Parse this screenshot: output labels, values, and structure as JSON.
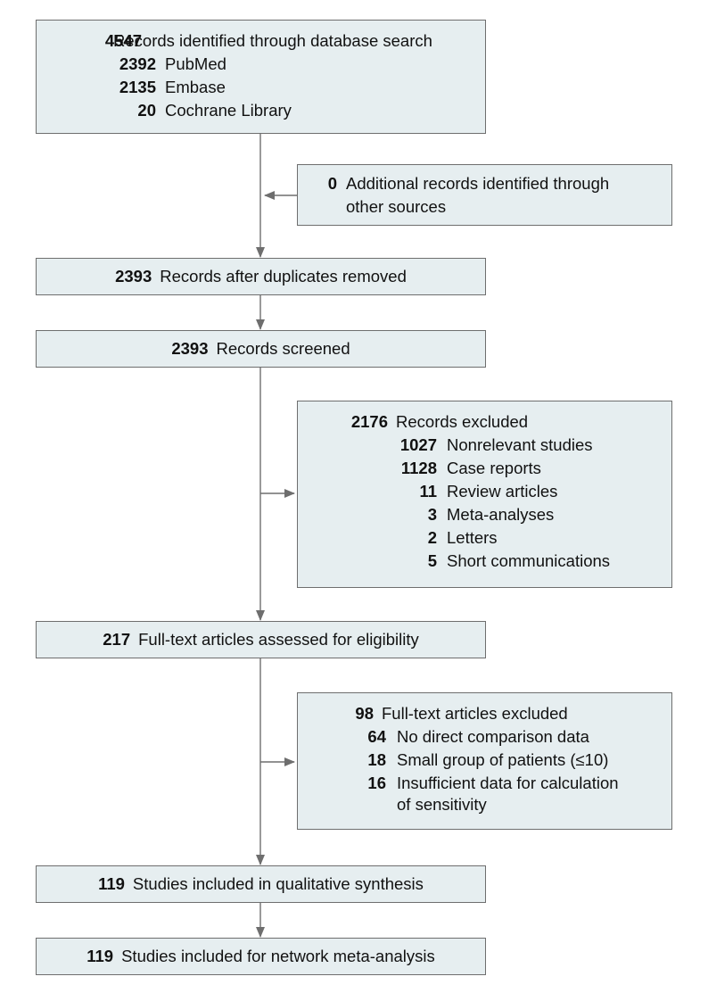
{
  "identification": {
    "total": {
      "count": "4547",
      "label": "Records identified through database search"
    },
    "sources": [
      {
        "count": "2392",
        "label": "PubMed"
      },
      {
        "count": "2135",
        "label": "Embase"
      },
      {
        "count": "20",
        "label": "Cochrane Library"
      }
    ]
  },
  "additional": {
    "count": "0",
    "lines": [
      "Additional records identified through",
      "other sources"
    ]
  },
  "after_duplicates": {
    "count": "2393",
    "label": "Records after duplicates removed"
  },
  "screened": {
    "count": "2393",
    "label": "Records screened"
  },
  "records_excluded": {
    "total": {
      "count": "2176",
      "label": "Records excluded"
    },
    "reasons": [
      {
        "count": "1027",
        "label": "Nonrelevant studies"
      },
      {
        "count": "1128",
        "label": "Case reports"
      },
      {
        "count": "11",
        "label": "Review articles"
      },
      {
        "count": "3",
        "label": "Meta-analyses"
      },
      {
        "count": "2",
        "label": "Letters"
      },
      {
        "count": "5",
        "label": "Short communications"
      }
    ]
  },
  "full_text_assessed": {
    "count": "217",
    "label": "Full-text articles assessed for eligibility"
  },
  "full_text_excluded": {
    "total": {
      "count": "98",
      "label": "Full-text articles excluded"
    },
    "reasons": [
      {
        "count": "64",
        "lines": [
          "No direct comparison data"
        ]
      },
      {
        "count": "18",
        "lines": [
          "Small group of patients (≤10)"
        ]
      },
      {
        "count": "16",
        "lines": [
          "Insufficient data for calculation",
          "of sensitivity"
        ]
      }
    ]
  },
  "qualitative": {
    "count": "119",
    "label": "Studies included in qualitative synthesis"
  },
  "network": {
    "count": "119",
    "label": "Studies included for network meta-analysis"
  },
  "colors": {
    "box_fill": "#e6eef0",
    "box_border": "#6e6e6e",
    "line": "#6e6e6e",
    "text": "#111111"
  }
}
